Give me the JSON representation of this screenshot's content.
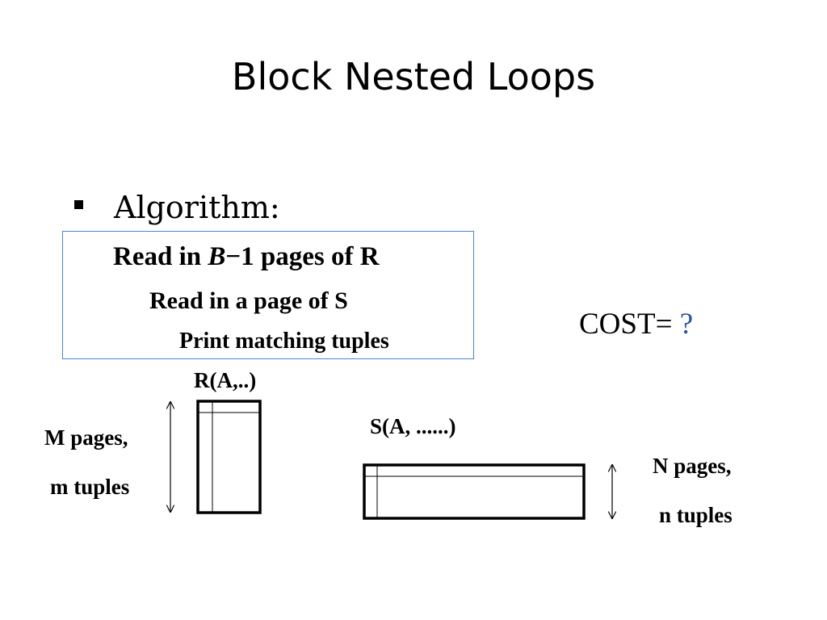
{
  "slide": {
    "title": "Block Nested Loops",
    "bullet": {
      "text": "Algorithm:"
    },
    "algorithm": {
      "line1_prefix": "Read in ",
      "line1_var": "B",
      "line1_suffix": "−1 pages of R",
      "line2": "Read in a page of S",
      "line3": "Print matching tuples"
    },
    "cost": {
      "label": "COST= ",
      "value": "?"
    },
    "relation_r": {
      "label": "R(A,..)",
      "pages_label": "M pages,",
      "tuples_label": "m tuples"
    },
    "relation_s": {
      "label": "S(A, ......)",
      "pages_label": "N pages,",
      "tuples_label": "n tuples"
    }
  },
  "colors": {
    "box_border": "#4a86c8",
    "cost_question": "#2e5597",
    "text": "#000000"
  }
}
